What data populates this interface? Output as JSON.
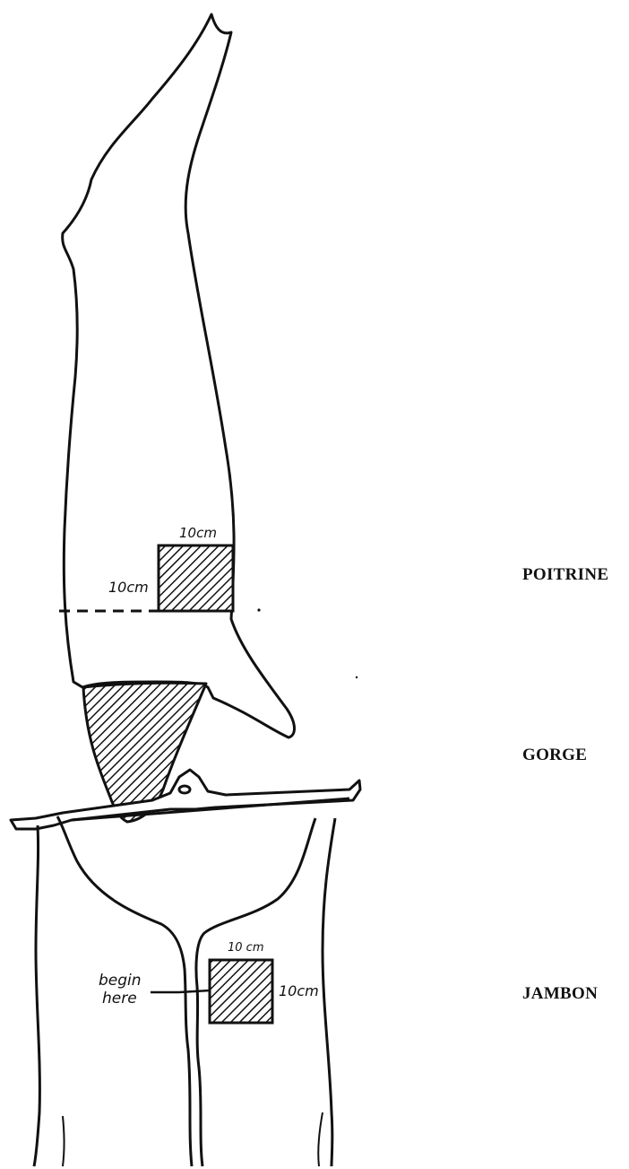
{
  "labels": {
    "poitrine": "POITRINE",
    "gorge": "GORGE",
    "jambon": "JAMBON"
  },
  "annotations": {
    "carcass_width": "10cm",
    "carcass_height": "10cm",
    "ham_width": "10 cm",
    "ham_height": "10cm",
    "begin_line1": "begin",
    "begin_line2": "here"
  },
  "colors": {
    "ink": "#111111",
    "background": "#ffffff"
  }
}
